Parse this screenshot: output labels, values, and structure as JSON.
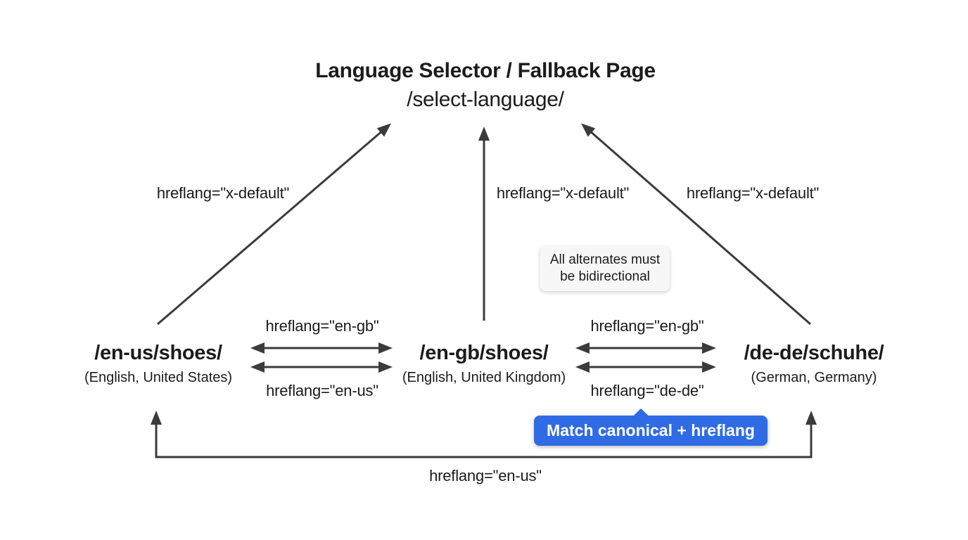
{
  "diagram": {
    "title": "Language Selector / Fallback Page",
    "subtitle": "/select-language/",
    "nodes": [
      {
        "url": "/en-us/shoes/",
        "locale": "(English, United States)"
      },
      {
        "url": "/en-gb/shoes/",
        "locale": "(English, United Kingdom)"
      },
      {
        "url": "/de-de/schuhe/",
        "locale": "(German, Germany)"
      }
    ],
    "xdefault": {
      "left": "hreflang=\"x-default\"",
      "middle": "hreflang=\"x-default\"",
      "right": "hreflang=\"x-default\""
    },
    "pairs": {
      "left_top": "hreflang=\"en-gb\"",
      "left_bottom": "hreflang=\"en-us\"",
      "right_top": "hreflang=\"en-gb\"",
      "right_bottom": "hreflang=\"de-de\""
    },
    "bottom_label": "hreflang=\"en-us\"",
    "note": {
      "line1": "All alternates must",
      "line2": "be bidirectional"
    },
    "badge": "Match canonical + hreflang",
    "colors": {
      "badge_blue": "#2f6be4",
      "arrow": "#3b3b3b",
      "text": "#1b1b1b",
      "note_bg": "#f7f7f7"
    }
  }
}
